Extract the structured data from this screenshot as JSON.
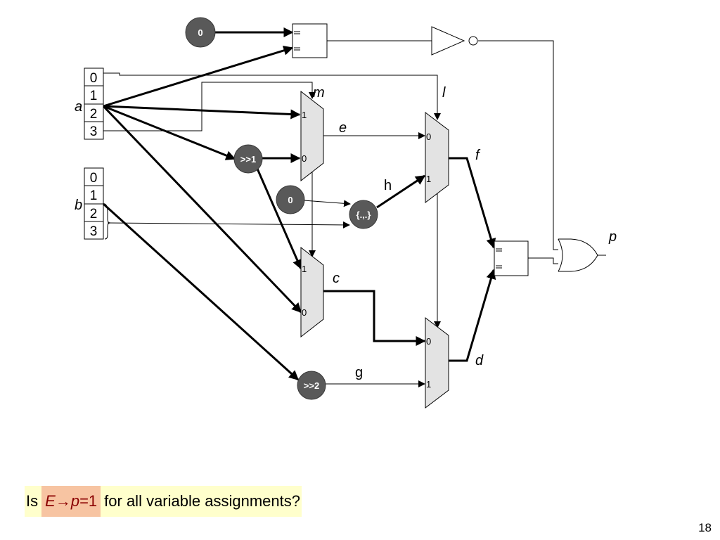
{
  "diagram": {
    "register_a": {
      "name": "a",
      "bits": [
        "0",
        "1",
        "2",
        "3"
      ]
    },
    "register_b": {
      "name": "b",
      "bits": [
        "0",
        "1",
        "2",
        "3"
      ]
    },
    "constants": {
      "top_zero": "0",
      "mid_zero": "0"
    },
    "operators": {
      "shift1": ">>1",
      "shift2": ">>2",
      "concat": "{.,.}"
    },
    "signals": {
      "m": "m",
      "l": "l",
      "e": "e",
      "h": "h",
      "f": "f",
      "c": "c",
      "g": "g",
      "d": "d",
      "p": "p"
    },
    "mux_ports": {
      "m": [
        "1",
        "0"
      ],
      "c": [
        "1",
        "0"
      ],
      "f": [
        "0",
        "1"
      ],
      "d": [
        "0",
        "1"
      ]
    }
  },
  "question": {
    "prefix": "Is",
    "e_var": "E",
    "arrow": "→",
    "p_var": "p",
    "eq": "=1",
    "suffix": "for all variable assignments?"
  },
  "page_number": "18"
}
